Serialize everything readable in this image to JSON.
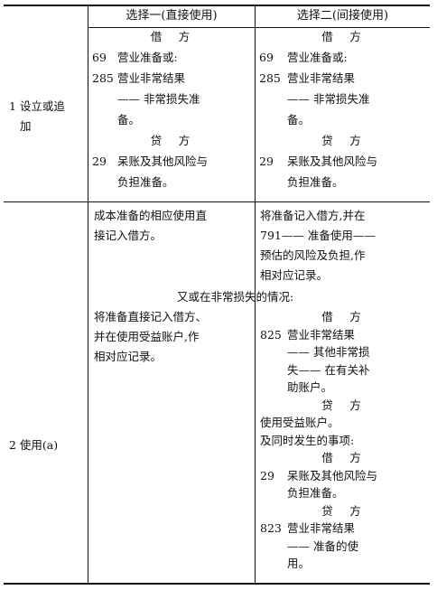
{
  "header": {
    "option1": "选择一(直接使用)",
    "option2": "选择二(间接使用)"
  },
  "row1": {
    "label_line1": "1 设立或追",
    "label_line2": "加",
    "option1": [
      {
        "no": "",
        "text": "借　方",
        "center": true
      },
      {
        "no": "69",
        "text": "营业准备或:"
      },
      {
        "no": "285",
        "text": "营业非常结果"
      },
      {
        "no": "",
        "text": "—— 非常损失准"
      },
      {
        "no": "",
        "text": "备。"
      },
      {
        "no": "",
        "text": "贷　方",
        "center": true
      },
      {
        "no": "29",
        "text": "呆账及其他风险与"
      },
      {
        "no": "",
        "text": "负担准备。"
      }
    ],
    "option2": [
      {
        "no": "",
        "text": "借　方",
        "center": true
      },
      {
        "no": "69",
        "text": "营业准备或:"
      },
      {
        "no": "285",
        "text": "营业非常结果"
      },
      {
        "no": "",
        "text": "—— 非常损失准"
      },
      {
        "no": "",
        "text": "备。"
      },
      {
        "no": "",
        "text": "贷　方",
        "center": true
      },
      {
        "no": "29",
        "text": "呆账及其他风险与"
      },
      {
        "no": "",
        "text": "负担准备。"
      }
    ]
  },
  "row2": {
    "label": "2 使用(a)",
    "option1_a": [
      "成本准备的相应使用直",
      "接记入借方。"
    ],
    "option2_a": [
      "将准备记入借方,并在",
      "791—— 准备使用——",
      "预估的风险及负担,作",
      "相对应记录。"
    ],
    "note": "又或在非常损失的情况:",
    "option1_b": [
      "将准备直接记入借方、",
      "并在使用受益账户,作",
      "相对应记录。"
    ],
    "option2_b": [
      {
        "no": "",
        "text": "借　方",
        "center": true
      },
      {
        "no": "825",
        "text": "营业非常结果"
      },
      {
        "no": "",
        "text": "—— 其他非常损"
      },
      {
        "no": "",
        "text": "失—— 在有关补"
      },
      {
        "no": "",
        "text": "助账户。"
      },
      {
        "no": "",
        "text": "贷　方",
        "center": true
      },
      {
        "no": "",
        "text": "使用受益账户。",
        "flush": true
      },
      {
        "no": "",
        "text": "及同时发生的事项:",
        "flush": true
      },
      {
        "no": "",
        "text": "借　方",
        "center": true
      },
      {
        "no": "29",
        "text": "呆账及其他风险与"
      },
      {
        "no": "",
        "text": "负担准备。"
      },
      {
        "no": "",
        "text": "贷　方",
        "center": true
      },
      {
        "no": "823",
        "text": "营业非常结果"
      },
      {
        "no": "",
        "text": "—— 准备的使"
      },
      {
        "no": "",
        "text": "用。"
      }
    ]
  }
}
